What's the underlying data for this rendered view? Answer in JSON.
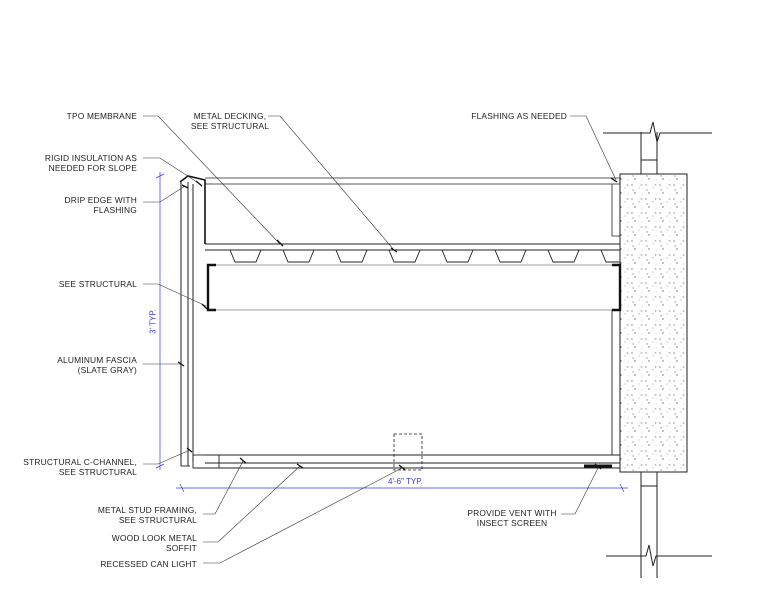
{
  "labels": {
    "tpo": "TPO MEMBRANE",
    "deck1": "METAL DECKING,",
    "deck2": "SEE STRUCTURAL",
    "flash": "FLASHING AS NEEDED",
    "rigid1": "RIGID INSULATION AS",
    "rigid2": "NEEDED FOR SLOPE",
    "drip1": "DRIP EDGE WITH",
    "drip2": "FLASHING",
    "seestruct": "SEE STRUCTURAL",
    "fascia1": "ALUMINUM FASCIA",
    "fascia2": "(SLATE GRAY)",
    "chan1": "STRUCTURAL C-CHANNEL,",
    "chan2": "SEE STRUCTURAL",
    "stud1": "METAL STUD FRAMING,",
    "stud2": "SEE STRUCTURAL",
    "soffit1": "WOOD LOOK METAL",
    "soffit2": "SOFFIT",
    "can": "RECESSED CAN LIGHT",
    "vent1": "PROVIDE VENT WITH",
    "vent2": "INSECT SCREEN"
  },
  "dimensions": {
    "vertical": "3' TYP.",
    "horizontal": "4'-6\" TYP."
  },
  "colors": {
    "line": "#222222",
    "dimension": "#3a3adf"
  }
}
